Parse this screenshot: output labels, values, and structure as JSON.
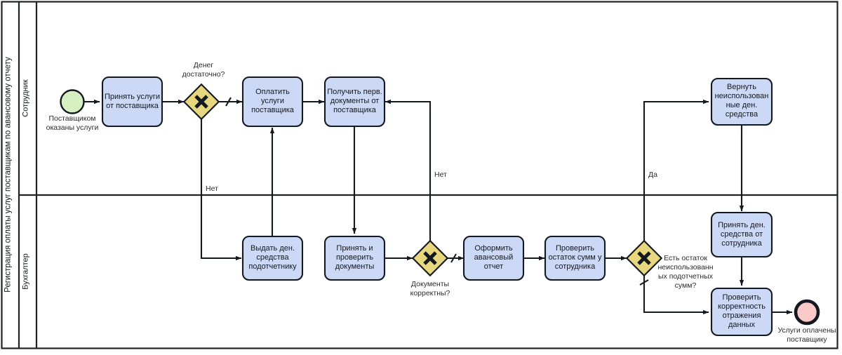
{
  "diagram": {
    "type": "bpmn-process",
    "pool_label": "Регистрация оплаты услуг поставщикам по авансовому отчету",
    "lanes": [
      {
        "id": "lane-employee",
        "label": "Сотрудник"
      },
      {
        "id": "lane-accountant",
        "label": "Бухгалтер"
      }
    ],
    "colors": {
      "task_fill": "#ccd9f6",
      "gateway_fill": "#e7d87f",
      "start_event_fill": "#d6f0c2",
      "end_event_fill": "#fbc9c9",
      "stroke": "#14181f"
    },
    "events": [
      {
        "id": "start-event",
        "kind": "start",
        "lane": "lane-employee",
        "label_lines": [
          "Поставщиком",
          "оказаны услуги"
        ]
      },
      {
        "id": "end-event",
        "kind": "end",
        "lane": "lane-accountant",
        "label_lines": [
          "Услуги оплачены",
          "поставщику"
        ]
      }
    ],
    "tasks": [
      {
        "id": "task-accept-services",
        "lane": "lane-employee",
        "label_lines": [
          "Принять услуги",
          "от поставщика"
        ]
      },
      {
        "id": "task-pay-services",
        "lane": "lane-employee",
        "label_lines": [
          "Оплатить",
          "услуги",
          "поставщика"
        ]
      },
      {
        "id": "task-get-documents",
        "lane": "lane-employee",
        "label_lines": [
          "Получить перв.",
          "документы от",
          "поставщика"
        ]
      },
      {
        "id": "task-return-funds",
        "lane": "lane-employee",
        "label_lines": [
          "Вернуть",
          "неиспользован",
          "ные ден.",
          "средства"
        ]
      },
      {
        "id": "task-issue-funds",
        "lane": "lane-accountant",
        "label_lines": [
          "Выдать ден.",
          "средства",
          "подотчетнику"
        ]
      },
      {
        "id": "task-check-documents",
        "lane": "lane-accountant",
        "label_lines": [
          "Принять и",
          "проверить",
          "документы"
        ]
      },
      {
        "id": "task-advance-report",
        "lane": "lane-accountant",
        "label_lines": [
          "Оформить",
          "авансовый",
          "отчет"
        ]
      },
      {
        "id": "task-check-balance",
        "lane": "lane-accountant",
        "label_lines": [
          "Проверить",
          "остаток сумм у",
          "сотрудника"
        ]
      },
      {
        "id": "task-receive-funds",
        "lane": "lane-accountant",
        "label_lines": [
          "Принять ден.",
          "средства от",
          "сотрудника"
        ]
      },
      {
        "id": "task-verify-data",
        "lane": "lane-accountant",
        "label_lines": [
          "Проверить",
          "корректность",
          "отражения",
          "данных"
        ]
      }
    ],
    "gateways": [
      {
        "id": "gateway-enough-money",
        "kind": "exclusive",
        "lane": "lane-employee",
        "label_lines": [
          "Денег",
          "достаточно?"
        ]
      },
      {
        "id": "gateway-documents-correct",
        "kind": "exclusive",
        "lane": "lane-accountant",
        "label_lines": [
          "Документы",
          "корректны?"
        ]
      },
      {
        "id": "gateway-remaining-funds",
        "kind": "exclusive",
        "lane": "lane-accountant",
        "label_lines": [
          "Есть остаток",
          "неиспользованн",
          "ых подотчетных",
          "сумм?"
        ]
      }
    ],
    "flow_labels": [
      {
        "id": "flow-label-no-money",
        "text": "Нет"
      },
      {
        "id": "flow-label-no-documents",
        "text": "Нет"
      },
      {
        "id": "flow-label-yes-remaining",
        "text": "Да"
      }
    ]
  }
}
